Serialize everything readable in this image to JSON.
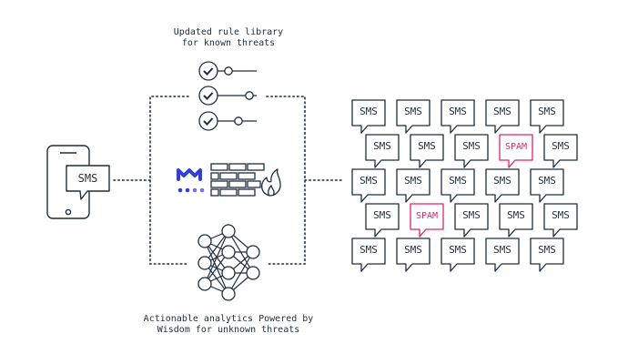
{
  "captions": {
    "top": {
      "line1": "Updated rule library",
      "line2": "for known threats"
    },
    "bottom": {
      "line1": "Actionable analytics Powered by",
      "line2": "Wisdom for unknown threats"
    }
  },
  "phone": {
    "bubble_label": "SMS"
  },
  "messages": {
    "rows": [
      [
        "SMS",
        "SMS",
        "SMS",
        "SMS",
        "SMS"
      ],
      [
        "SMS",
        "SMS",
        "SMS",
        "SPAM",
        "SMS"
      ],
      [
        "SMS",
        "SMS",
        "SMS",
        "SMS",
        "SMS"
      ],
      [
        "SMS",
        "SPAM",
        "SMS",
        "SMS",
        "SMS"
      ],
      [
        "SMS",
        "SMS",
        "SMS",
        "SMS",
        "SMS"
      ]
    ]
  },
  "colors": {
    "stroke": "#1f2d3d",
    "spam": "#e0246b",
    "brand_blue": "#2f3fd8",
    "brand_violet": "#7b6cf0"
  },
  "icons": {
    "rules": "checklist-slider-icon",
    "firewall": "brick-firewall-flame-icon",
    "brand": "m-logo-icon",
    "network": "neural-network-icon",
    "device": "smartphone-icon"
  }
}
